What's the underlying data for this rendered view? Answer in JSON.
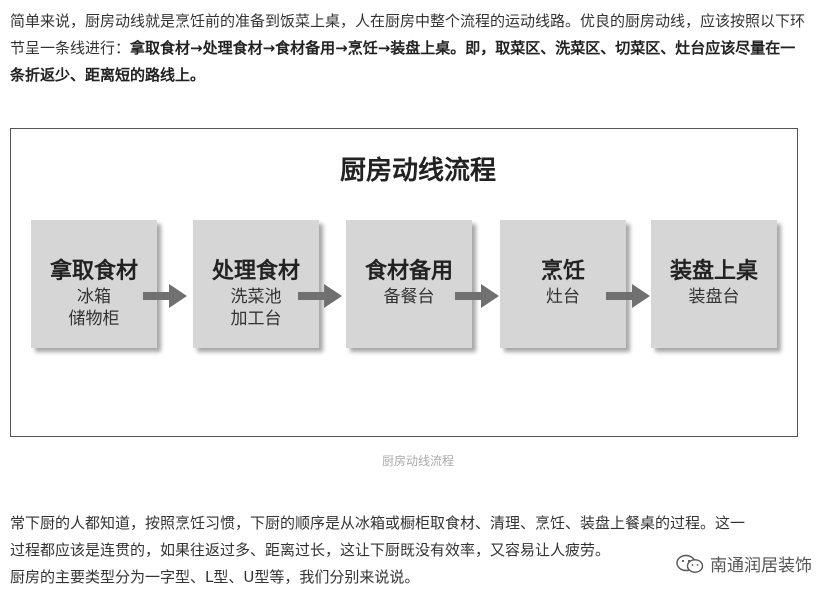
{
  "intro": {
    "plain": "简单来说，厨房动线就是烹饪前的准备到饭菜上桌，人在厨房中整个流程的运动线路。优良的厨房动线，应该按照以下环节呈一条线进行：",
    "bold": "拿取食材→处理食材→食材备用→烹饪→装盘上桌。即，取菜区、洗菜区、切菜区、灶台应该尽量在一条折返少、距离短的路线上。"
  },
  "diagram": {
    "title": "厨房动线流程",
    "steps": [
      {
        "title": "拿取食材",
        "sub1": "冰箱",
        "sub2": "储物柜"
      },
      {
        "title": "处理食材",
        "sub1": "洗菜池",
        "sub2": "加工台"
      },
      {
        "title": "食材备用",
        "sub1": "备餐台",
        "sub2": ""
      },
      {
        "title": "烹饪",
        "sub1": "灶台",
        "sub2": ""
      },
      {
        "title": "装盘上桌",
        "sub1": "装盘台",
        "sub2": ""
      }
    ],
    "caption": "厨房动线流程"
  },
  "body": {
    "line1": "常下厨的人都知道，按照烹饪习惯，下厨的顺序是从冰箱或橱柜取食材、清理、烹饪、装盘上餐桌的过程。这一",
    "line2": "过程都应该是连贯的，如果往返过多、距离过长，这让下厨既没有效率，又容易让人疲劳。",
    "line3": "厨房的主要类型分为一字型、L型、U型等，我们分别来说说。"
  },
  "watermark": {
    "text": "南通润居装饰",
    "icon": "wechat-icon"
  },
  "colors": {
    "step_bg": "#d6d6d6",
    "arrow": "#707070",
    "text": "#333333"
  }
}
